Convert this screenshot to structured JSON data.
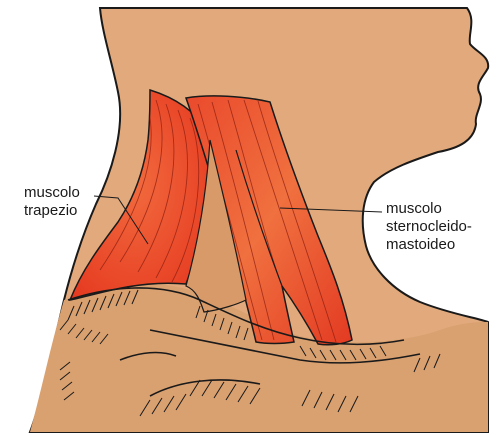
{
  "labels": {
    "trapezius": {
      "line1": "muscolo",
      "line2": "trapezio"
    },
    "scm": {
      "line1": "muscolo",
      "line2": "sternocleido-",
      "line3": "mastoideo"
    }
  },
  "colors": {
    "skin": "#e2aa7c",
    "skin_shadow": "#c98e60",
    "muscle": "#e8432a",
    "muscle_light": "#f07a4e",
    "outline": "#1a1a1a"
  }
}
